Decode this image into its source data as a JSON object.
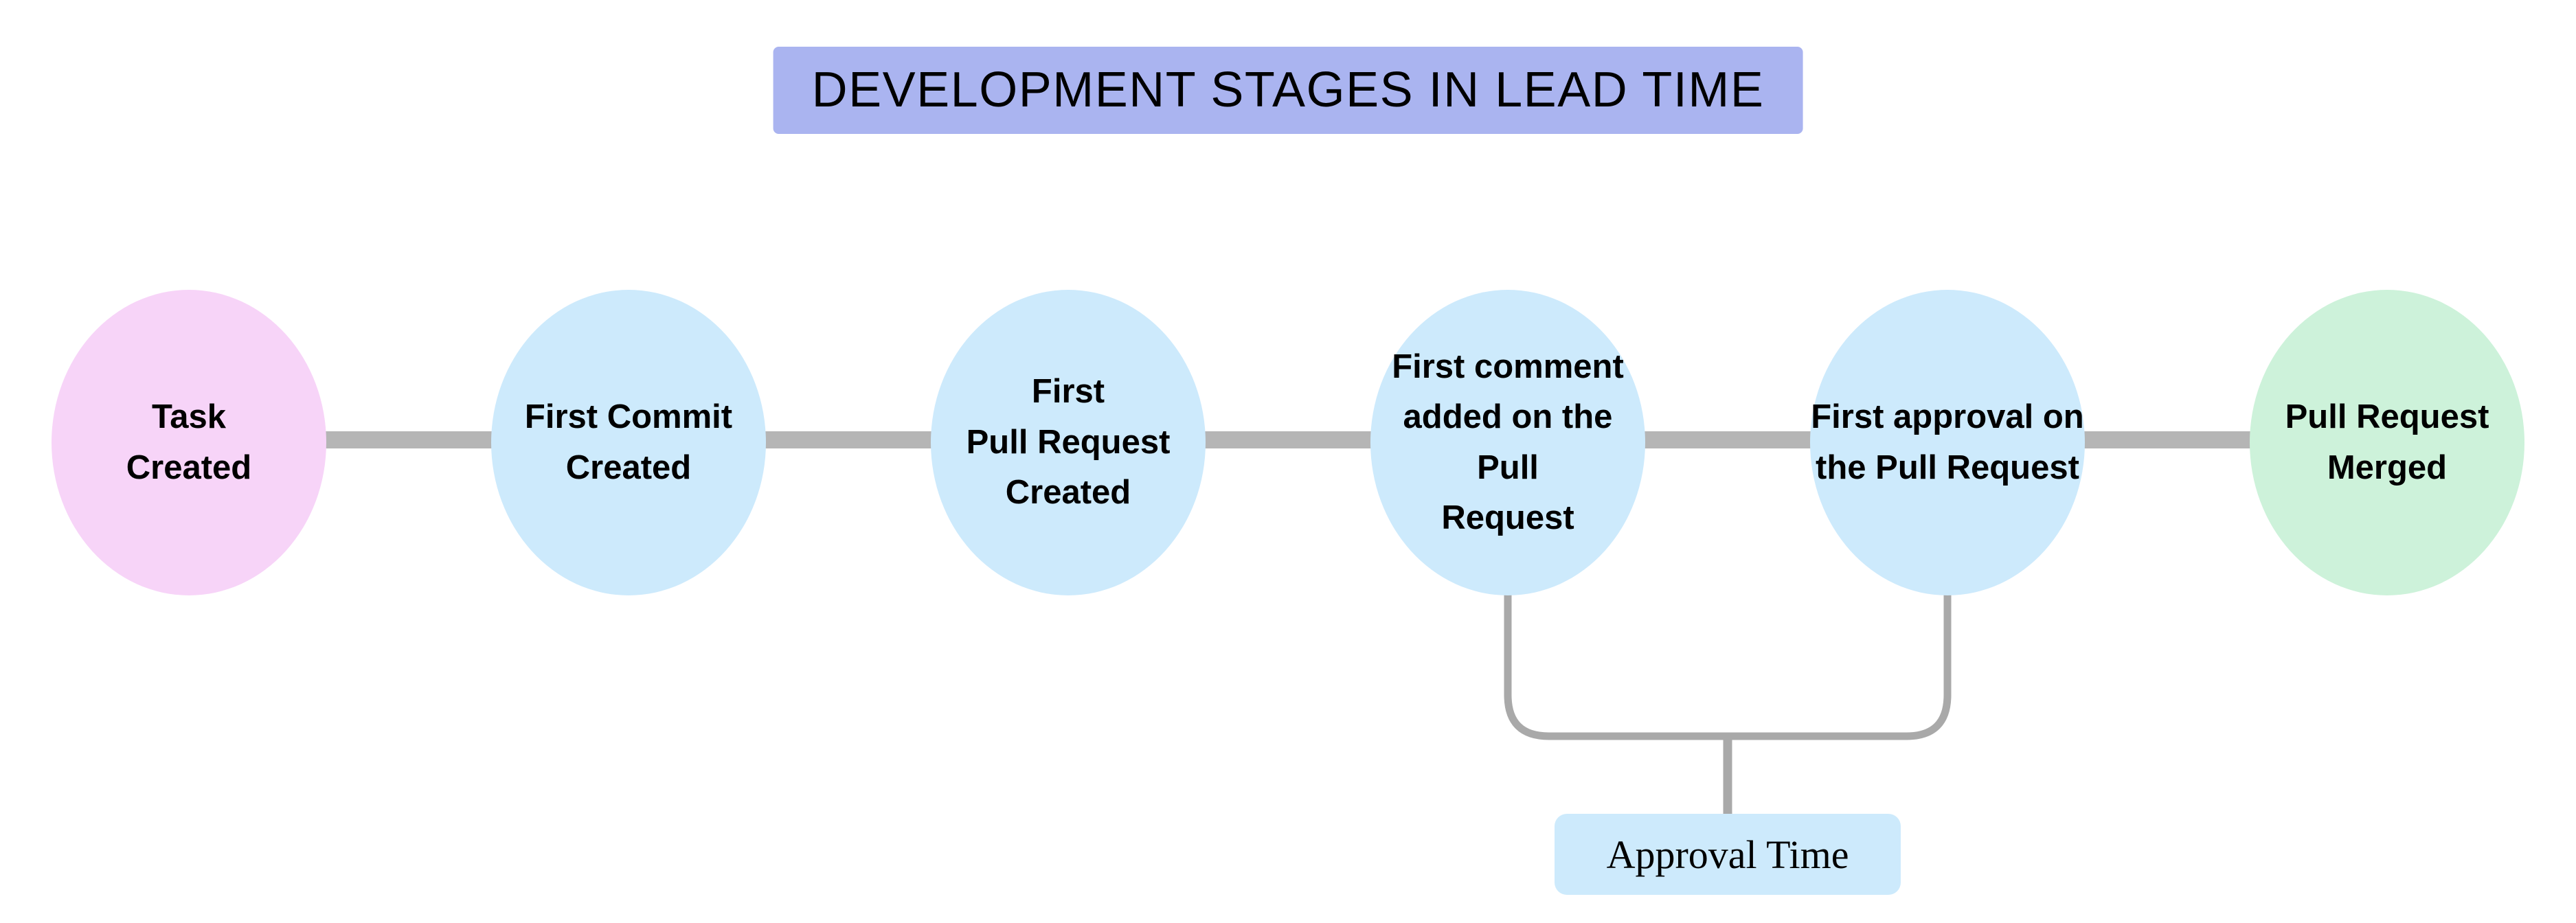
{
  "title": {
    "text": "DEVELOPMENT STAGES IN LEAD TIME",
    "bg": "#aab4f0"
  },
  "stages": [
    {
      "label": "Task\nCreated",
      "color": "#f7d4f8"
    },
    {
      "label": "First Commit\nCreated",
      "color": "#cdeafc"
    },
    {
      "label": "First\nPull Request\nCreated",
      "color": "#cdeafc"
    },
    {
      "label": "First comment\nadded on the Pull\nRequest",
      "color": "#cdeafc"
    },
    {
      "label": "First approval on\nthe Pull Request",
      "color": "#cdeafc"
    },
    {
      "label": "Pull Request\nMerged",
      "color": "#cdf2da"
    }
  ],
  "annotation": {
    "label": "Approval Time",
    "bg": "#cdeafc",
    "from_stage_index": 3,
    "to_stage_index": 4
  },
  "colors": {
    "connector": "#b5b5b5",
    "bracket": "#a9a9a9"
  }
}
